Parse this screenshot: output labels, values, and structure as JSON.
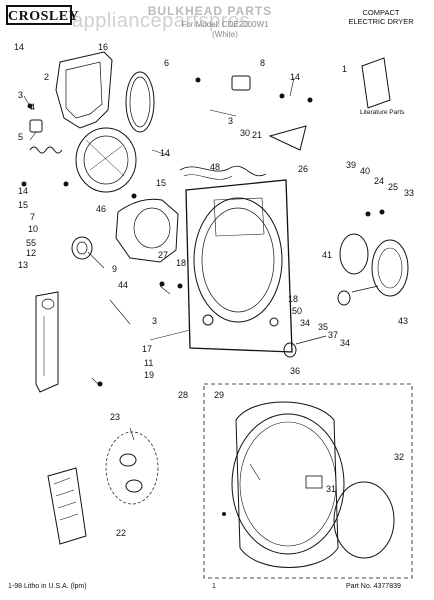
{
  "header": {
    "brand": "CROSLEY",
    "watermark": "appliancepartspros",
    "title": "BULKHEAD PARTS",
    "model_line": "For Model: CDE2000W1",
    "model_color": "(White)",
    "product_line1": "COMPACT",
    "product_line2": "ELECTRIC DRYER"
  },
  "literature": {
    "label": "Literature Parts"
  },
  "callouts": [
    "1",
    "2",
    "3",
    "4",
    "5",
    "6",
    "7",
    "8",
    "9",
    "10",
    "11",
    "12",
    "13",
    "14",
    "15",
    "16",
    "17",
    "18",
    "19",
    "21",
    "22",
    "23",
    "24",
    "25",
    "26",
    "27",
    "28",
    "29",
    "31",
    "32",
    "33",
    "34",
    "35",
    "36",
    "37",
    "39",
    "40",
    "41",
    "43",
    "44",
    "46",
    "48",
    "50",
    "55"
  ],
  "footer": {
    "left": "1-98 Litho in U.S.A. (lpm)",
    "page": "1",
    "part_no": "Part No. 4377839"
  }
}
